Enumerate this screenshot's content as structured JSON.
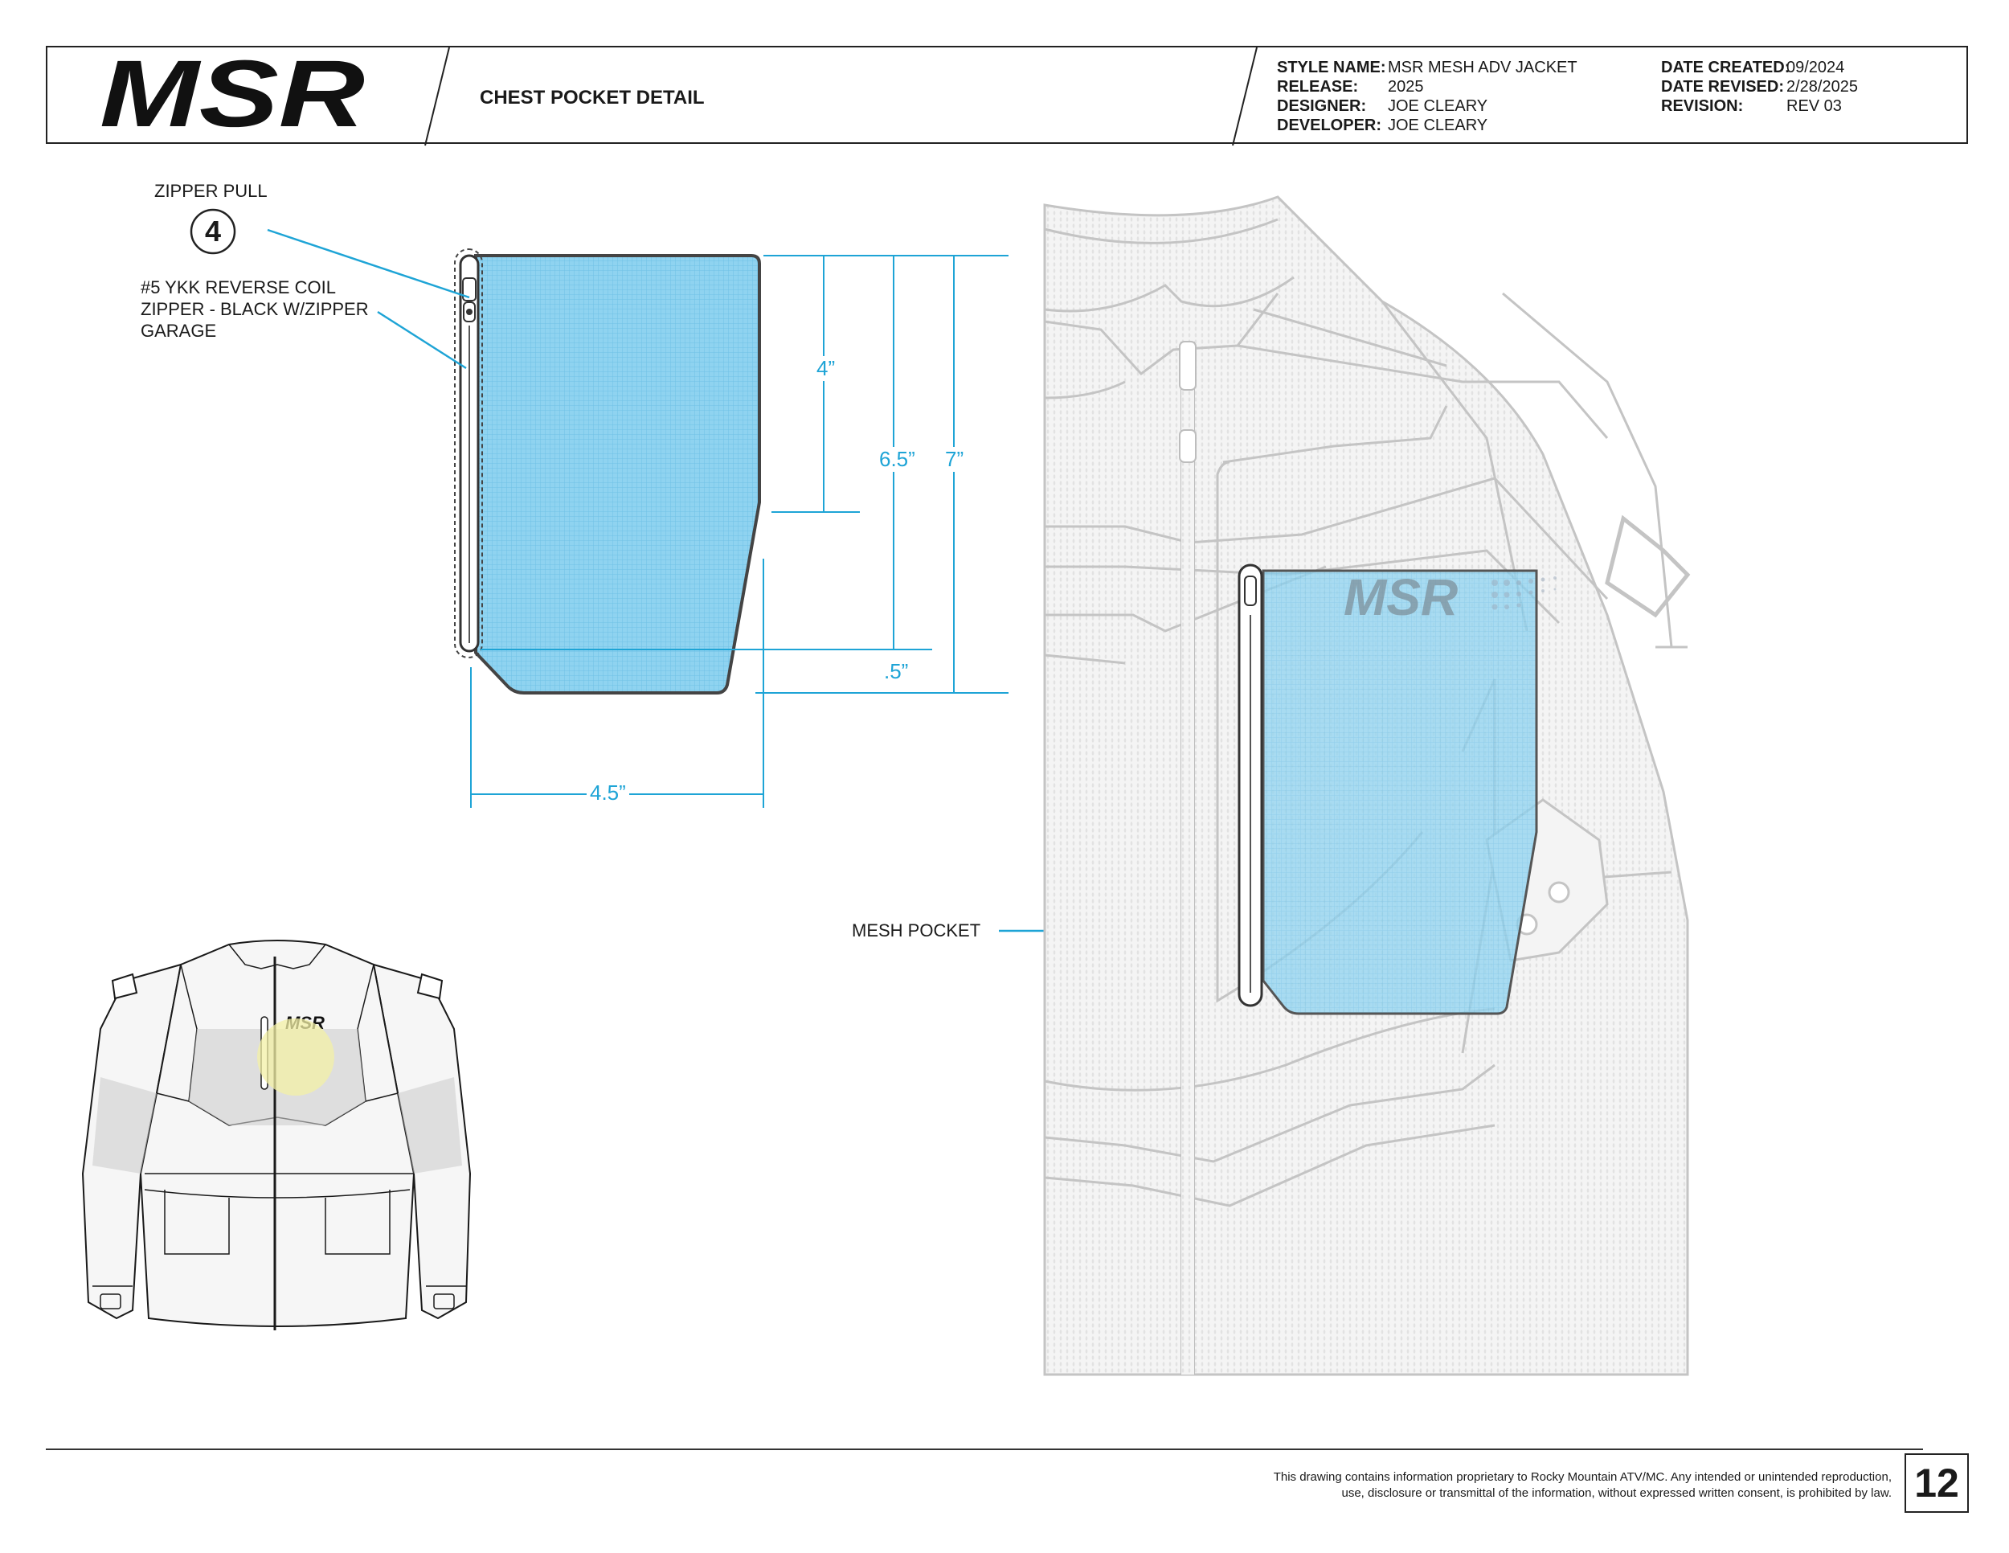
{
  "header": {
    "logo_text": "MSR",
    "sheet_title": "CHEST POCKET DETAIL",
    "style_name_label": "STYLE NAME:",
    "style_name_value": "MSR MESH ADV JACKET",
    "release_label": "RELEASE:",
    "release_value": "2025",
    "designer_label": "DESIGNER:",
    "designer_value": "JOE CLEARY",
    "developer_label": "DEVELOPER:",
    "developer_value": "JOE CLEARY",
    "date_created_label": "DATE CREATED:",
    "date_created_value": "09/2024",
    "date_revised_label": "DATE REVISED:",
    "date_revised_value": "2/28/2025",
    "revision_label": "REVISION:",
    "revision_value": "REV 03"
  },
  "callouts": {
    "zipper_pull_label": "ZIPPER PULL",
    "zipper_pull_number": "4",
    "zipper_spec_line1": "#5 YKK REVERSE COIL",
    "zipper_spec_line2": "ZIPPER - BLACK W/ZIPPER",
    "zipper_spec_line3": "GARAGE",
    "mesh_pocket_label": "MESH POCKET"
  },
  "dimensions": {
    "height_upper": "4”",
    "height_side": "6.5”",
    "height_total": "7”",
    "corner_offset": ".5”",
    "width": "4.5”"
  },
  "colors": {
    "accent": "#1ea4d6",
    "mesh_fill": "#8fd3f0",
    "highlight": "#f3f0a6",
    "line_gray": "#c4c4c4"
  },
  "footer": {
    "disclaimer_line1": "This drawing contains information proprietary to Rocky Mountain ATV/MC. Any intended or unintended reproduction,",
    "disclaimer_line2": "use, disclosure or transmittal of the information, without expressed written consent, is prohibited by law.",
    "page_number": "12"
  }
}
